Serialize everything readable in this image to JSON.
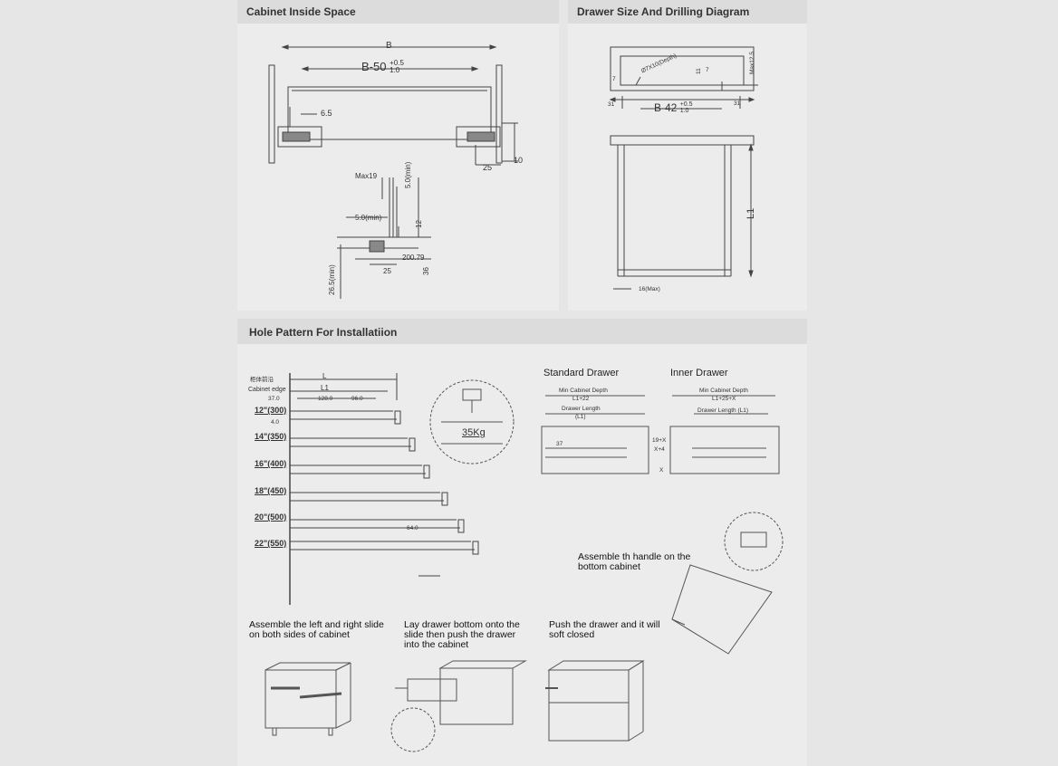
{
  "sections": {
    "cabinet_inside_space": "Cabinet Inside Space",
    "drawer_size": "Drawer Size And Drilling Diagram",
    "hole_pattern": "Hole Pattern For Installatiion"
  },
  "cabinet_dims": {
    "b": "B",
    "b50": "B-50",
    "b50_tol_up": "+0.5",
    "b50_tol_down": "1.0",
    "d65": "6.5",
    "d25": "25",
    "d10": "10",
    "max19": "Max19",
    "min5_v": "5.0(min)",
    "min5_h": "5.0(min)",
    "d12": "12",
    "d079": "0.79",
    "d20": "20",
    "d25b": "25",
    "d36": "36",
    "min265": "26.5(min)"
  },
  "drawer_dims": {
    "hole": "Ø7X10(Depth)",
    "d7a": "7",
    "d11": "11",
    "d7b": "7",
    "max125": "Max12.5",
    "d31l": "31",
    "d31r": "31",
    "b42": "B-42",
    "b42_tol_up": "+0.5",
    "b42_tol_down": "1.0",
    "l1": "L1",
    "max16": "16(Max)"
  },
  "hole_pattern": {
    "cn_label": "柜体前沿",
    "cabinet_edge": "Cabinet edge",
    "l": "L",
    "l1": "L1",
    "d37": "37.0",
    "d40": "4.0",
    "d128": "128.0",
    "d96": "96.0",
    "d64": "64.0",
    "sizes": [
      "12\"(300)",
      "14\"(350)",
      "16\"(400)",
      "18\"(450)",
      "20\"(500)",
      "22\"(550)"
    ],
    "load": "35Kg"
  },
  "standard_drawer": {
    "title": "Standard Drawer",
    "min_depth": "Min Cabinet Depth",
    "formula": "L1+22",
    "drawer_length": "Drawer Length",
    "l1": "(L1)",
    "d37": "37"
  },
  "inner_drawer": {
    "title": "Inner Drawer",
    "min_depth": "Min Cabinet Depth",
    "formula": "L1+25+X",
    "drawer_length": "Drawer Length (L1)",
    "x19": "19+X",
    "x4": "X+4",
    "x": "X"
  },
  "instructions": {
    "handle": "Assemble th handle on the bottom cabinet",
    "step1": "Assemble the left and right slide on both sides of cabinet",
    "step2": "Lay drawer bottom onto the slide then push the drawer into the cabinet",
    "step3": "Push the drawer and it will soft closed"
  }
}
